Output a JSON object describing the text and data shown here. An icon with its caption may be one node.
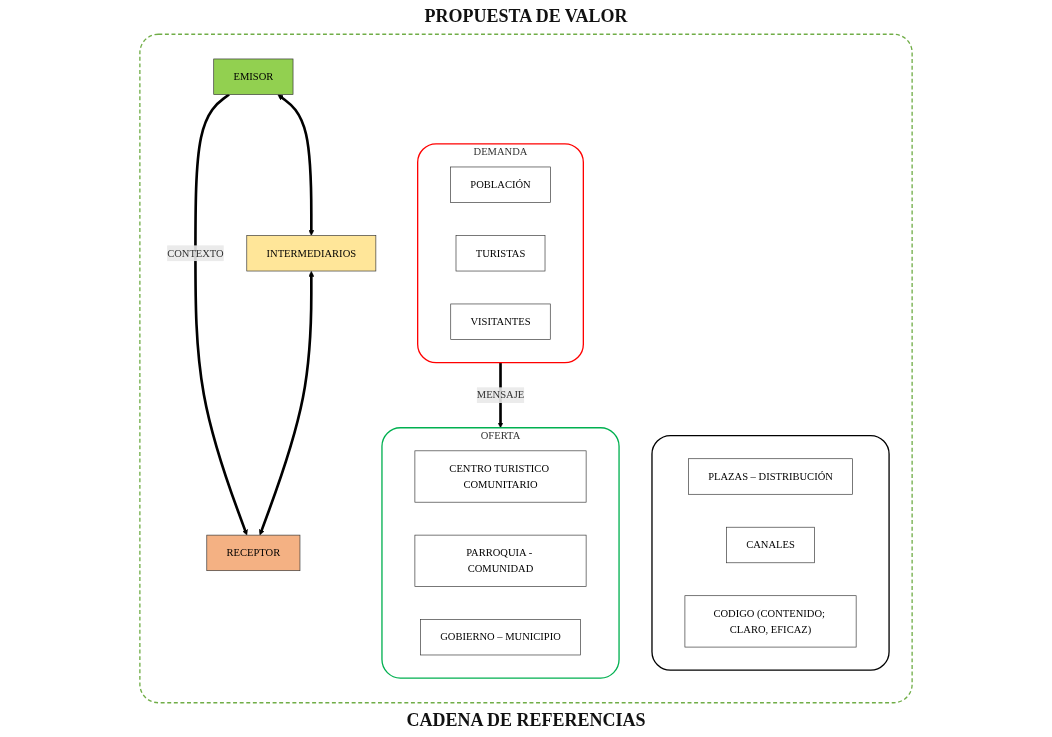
{
  "diagram": {
    "nodes": [
      {
        "text": [],
        "shape": "box"
      },
      {
        "text": [
          "EMISOR"
        ],
        "in": 0
      },
      {
        "text": [
          "INTERMEDIARIOS"
        ],
        "in": 0
      },
      {
        "text": [
          "RECEPTOR"
        ],
        "in": 0
      },
      {
        "text": [
          "OFERTA"
        ],
        "in": 0
      },
      {
        "text": [
          "CENTRO TURISTICO COMUNITARIO"
        ],
        "in": 4
      },
      {
        "text": [
          "PARROQUIA - COMUNIDAD"
        ],
        "in": 4
      },
      {
        "text": [
          "GOBIERNO – MUNICIPIO"
        ],
        "in": 4
      },
      {
        "text": [],
        "shape": "box",
        "in": 0
      },
      {
        "text": [
          "PLAZAS – DISTRIBUCIÓN"
        ],
        "in": 8
      },
      {
        "text": [
          "CANALES"
        ],
        "in": 8
      },
      {
        "text": [
          "CODIGO (CONTENIDO; CLARO, EFICAZ)"
        ],
        "in": 8
      },
      {
        "text": [
          "DEMANDA"
        ],
        "in": 0
      },
      {
        "text": [
          "POBLACIÓN"
        ],
        "in": 12
      },
      {
        "text": [
          "TURISTAS"
        ],
        "in": 12
      },
      {
        "text": [
          "VISITANTES"
        ],
        "in": 12
      }
    ],
    "edges": [
      {
        "from": 1,
        "to": 3,
        "arrow": "to",
        "label": "CONTEXTO"
      },
      {
        "from": 1,
        "to": 2,
        "arrow": "both"
      },
      {
        "from": 2,
        "to": 3,
        "arrow": "both"
      },
      {
        "from": 12,
        "to": 4,
        "arrow": "to",
        "label": "MENSAJE"
      }
    ],
    "labels": [
      "PROPUESTA DE VALOR",
      "CADENA DE REFERENCIAS"
    ]
  }
}
